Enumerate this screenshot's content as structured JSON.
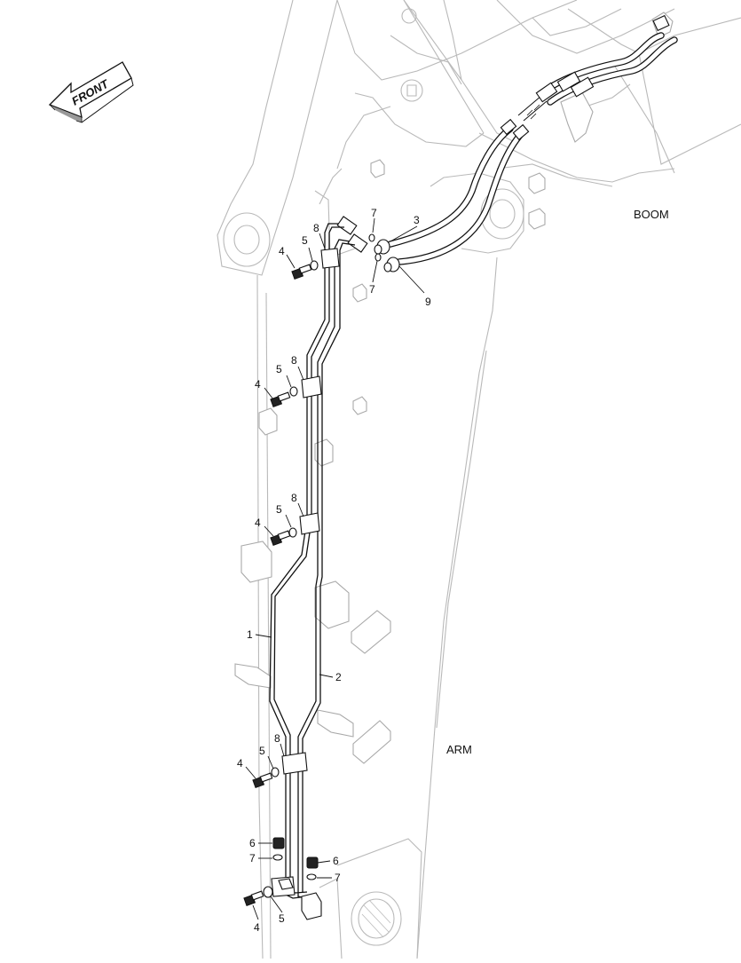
{
  "front_arrow": {
    "label": "FRONT"
  },
  "labels": {
    "boom": "BOOM",
    "arm": "ARM"
  },
  "callouts": {
    "c1": "1",
    "c2": "2",
    "c3": "3",
    "c9": "9",
    "c4a": "4",
    "c5a": "5",
    "c8a": "8",
    "c7a": "7",
    "c7b": "7",
    "c4b": "4",
    "c5b": "5",
    "c8b": "8",
    "c4c": "4",
    "c5c": "5",
    "c8c": "8",
    "c4d": "4",
    "c5d": "5",
    "c8d": "8",
    "c6a": "6",
    "c7c": "7",
    "c6b": "6",
    "c7d": "7",
    "c4e": "4",
    "c5e": "5"
  }
}
